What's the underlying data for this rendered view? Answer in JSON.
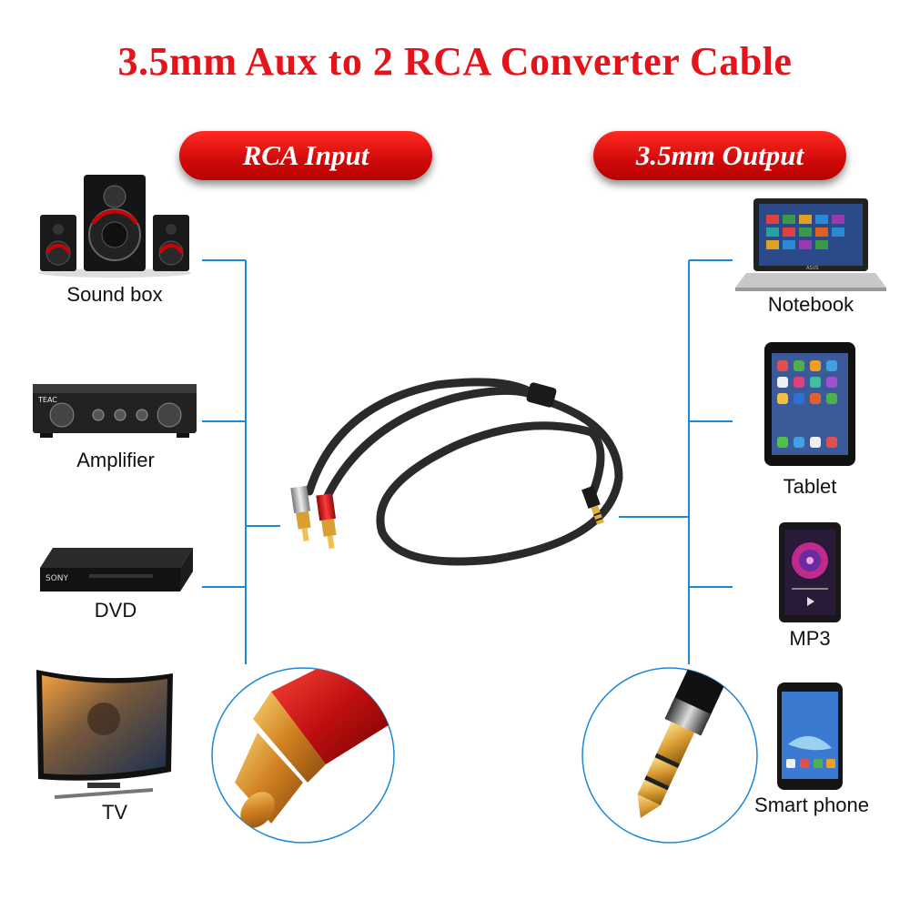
{
  "title": "3.5mm Aux to 2 RCA Converter Cable",
  "left_header": "RCA Input",
  "right_header": "3.5mm Output",
  "left_devices": [
    {
      "label": "Sound box",
      "icon": "speaker-system-icon"
    },
    {
      "label": "Amplifier",
      "icon": "amplifier-icon"
    },
    {
      "label": "DVD",
      "icon": "dvd-player-icon"
    },
    {
      "label": "TV",
      "icon": "tv-icon"
    }
  ],
  "right_devices": [
    {
      "label": "Notebook",
      "icon": "laptop-icon"
    },
    {
      "label": "Tablet",
      "icon": "tablet-icon"
    },
    {
      "label": "MP3",
      "icon": "mp3-player-icon"
    },
    {
      "label": "Smart phone",
      "icon": "smartphone-icon"
    }
  ],
  "colors": {
    "accent": "#e5141b",
    "line": "#1e88d6",
    "cable": "#2a2a2a",
    "rca_red": "#d01818",
    "gold": "#e0a030"
  },
  "amp_brand": "TEAC",
  "dvd_brand": "SONY",
  "laptop_brand": "ASUS"
}
